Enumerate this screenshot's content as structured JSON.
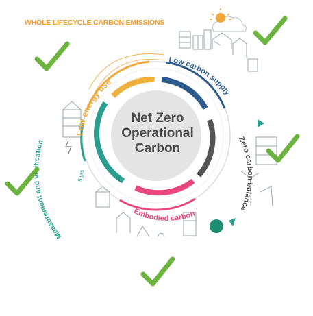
{
  "header": {
    "title": "WHOLE LIFECYCLE CARBON EMISSIONS"
  },
  "center": {
    "lines": [
      "Net Zero",
      "Operational",
      "Carbon"
    ]
  },
  "segments": [
    {
      "label": "Low energy use",
      "sublabel": "kWh/m²/yr",
      "color": "#f0a73a"
    },
    {
      "label": "Low carbon supply",
      "color": "#2d5b8e"
    },
    {
      "label": "Zero carbon balance",
      "color": "#4a4a4a"
    },
    {
      "label": "Embodied carbon",
      "color": "#e8467c"
    },
    {
      "label": "Measurement and verification",
      "sublabel": "5 yrs",
      "color": "#2a9d8f"
    }
  ],
  "checkmarks": {
    "count": 5,
    "color": "#6db33f",
    "icon": "check-icon"
  },
  "colors": {
    "sun": "#f0a73a",
    "teal_ball": "#1e8c6e",
    "ring_grey": "#dcdcdc"
  }
}
